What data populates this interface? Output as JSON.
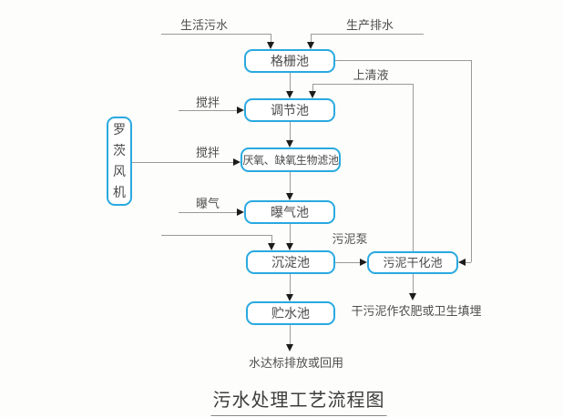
{
  "title": "污水处理工艺流程图",
  "colors": {
    "box_border": "#29a9e0",
    "line": "#9a9a9a",
    "arrow": "#1c1c1c",
    "box_text": "#4a4a4a",
    "label_text": "#4f4f4f",
    "background": "#fdfdfb"
  },
  "nodes": {
    "screen_tank": "格栅池",
    "regulation_tank": "调节池",
    "biofilter_tank": "厌氧、缺氧生物滤池",
    "aeration_tank": "曝气池",
    "sedimentation_tank": "沉淀池",
    "storage_tank": "贮水池",
    "sludge_drying_tank": "污泥干化池",
    "roots_blower": "罗茨风机"
  },
  "labels": {
    "domestic_sewage": "生活污水",
    "production_drainage": "生产排水",
    "supernatant": "上清液",
    "stir_regulation": "搅拌",
    "stir_biofilter": "搅拌",
    "aeration": "曝气",
    "sludge_pump": "污泥泵",
    "dried_sludge_disposal": "干污泥作农肥或卫生填埋",
    "water_discharge": "水达标排放或回用"
  }
}
